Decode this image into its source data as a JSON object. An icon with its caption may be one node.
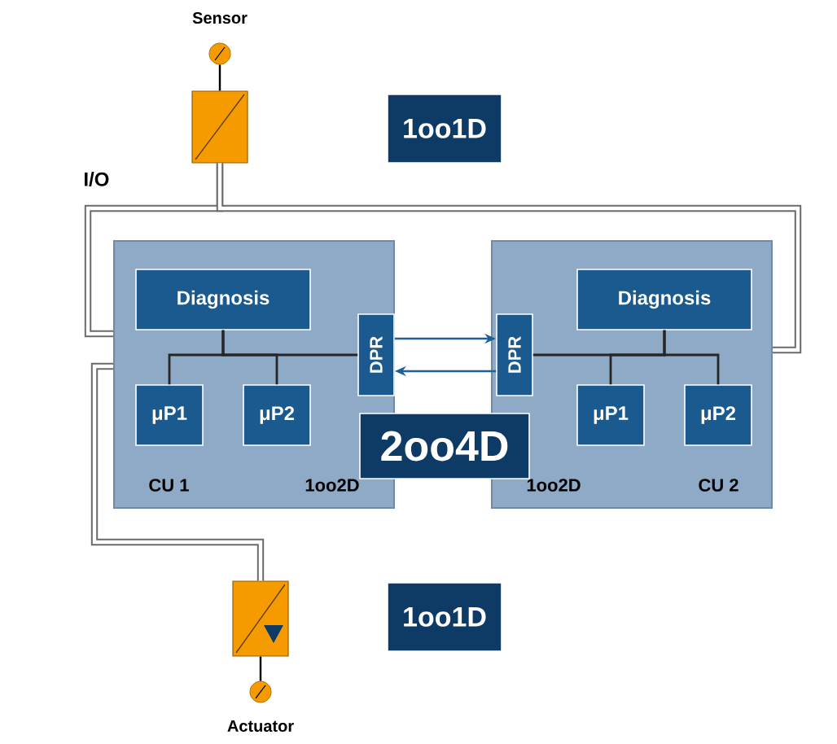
{
  "diagram": {
    "nodes": [
      {
        "text": [],
        "shape": "circle",
        "beside": [
          "Sensor"
        ]
      },
      {
        "text": [],
        "shape": "box"
      },
      {
        "text": [
          "1oo1D"
        ]
      },
      {
        "text": [
          "CU 1",
          "1oo2D"
        ]
      },
      {
        "text": [
          "Diagnosis"
        ],
        "in": 3
      },
      {
        "text": [
          "μP1"
        ],
        "in": 3
      },
      {
        "text": [
          "μP2"
        ],
        "in": 3
      },
      {
        "text": [
          "DPR"
        ],
        "in": 3
      },
      {
        "text": [
          "1oo2D",
          "CU 2"
        ]
      },
      {
        "text": [
          "DPR"
        ],
        "in": 8
      },
      {
        "text": [
          "Diagnosis"
        ],
        "in": 8
      },
      {
        "text": [
          "μP1"
        ],
        "in": 8
      },
      {
        "text": [
          "μP2"
        ],
        "in": 8
      },
      {
        "text": [
          "2oo4D"
        ]
      },
      {
        "text": [],
        "shape": "box"
      },
      {
        "text": [],
        "shape": "circle",
        "beside": [
          "Actuator"
        ]
      },
      {
        "text": [
          "1oo1D"
        ]
      }
    ],
    "edges": [
      {
        "from": 0,
        "to": 1,
        "arrow": "none"
      },
      {
        "from": 1,
        "to": 3,
        "arrow": "none",
        "style": "thick"
      },
      {
        "from": 1,
        "to": 8,
        "arrow": "none",
        "style": "thick"
      },
      {
        "from": 3,
        "to": 14,
        "arrow": "none",
        "style": "thick"
      },
      {
        "from": 14,
        "to": 15,
        "arrow": "none"
      },
      {
        "from": 4,
        "to": 5,
        "arrow": "none"
      },
      {
        "from": 4,
        "to": 6,
        "arrow": "none"
      },
      {
        "from": 4,
        "to": 7,
        "arrow": "none"
      },
      {
        "from": 10,
        "to": 11,
        "arrow": "none"
      },
      {
        "from": 10,
        "to": 12,
        "arrow": "none"
      },
      {
        "from": 10,
        "to": 9,
        "arrow": "none"
      },
      {
        "from": 7,
        "to": 9,
        "arrow": "to",
        "color": "#1f5f9a"
      },
      {
        "from": 9,
        "to": 7,
        "arrow": "to",
        "color": "#1f5f9a"
      }
    ],
    "labels": [
      "I/O"
    ]
  }
}
